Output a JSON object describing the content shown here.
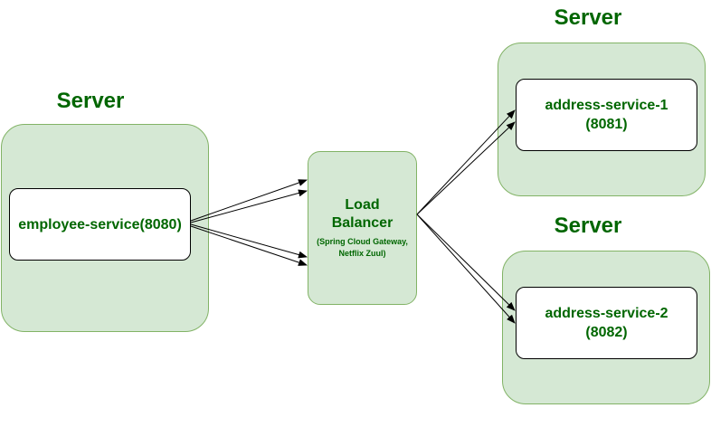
{
  "servers": {
    "left": {
      "label": "Server"
    },
    "top_right": {
      "label": "Server"
    },
    "bottom_right": {
      "label": "Server"
    }
  },
  "services": {
    "employee": {
      "label": "employee-service(8080)"
    },
    "address1": {
      "name": "address-service-1",
      "port": "(8081)"
    },
    "address2": {
      "name": "address-service-2",
      "port": "(8082)"
    }
  },
  "load_balancer": {
    "line1": "Load",
    "line2": "Balancer",
    "sub1": "(Spring Cloud Gateway,",
    "sub2": "Netflix Zuul)"
  },
  "colors": {
    "container_fill": "#d5e8d4",
    "container_stroke": "#82b366",
    "label_text": "#006600",
    "arrow": "#000000"
  }
}
